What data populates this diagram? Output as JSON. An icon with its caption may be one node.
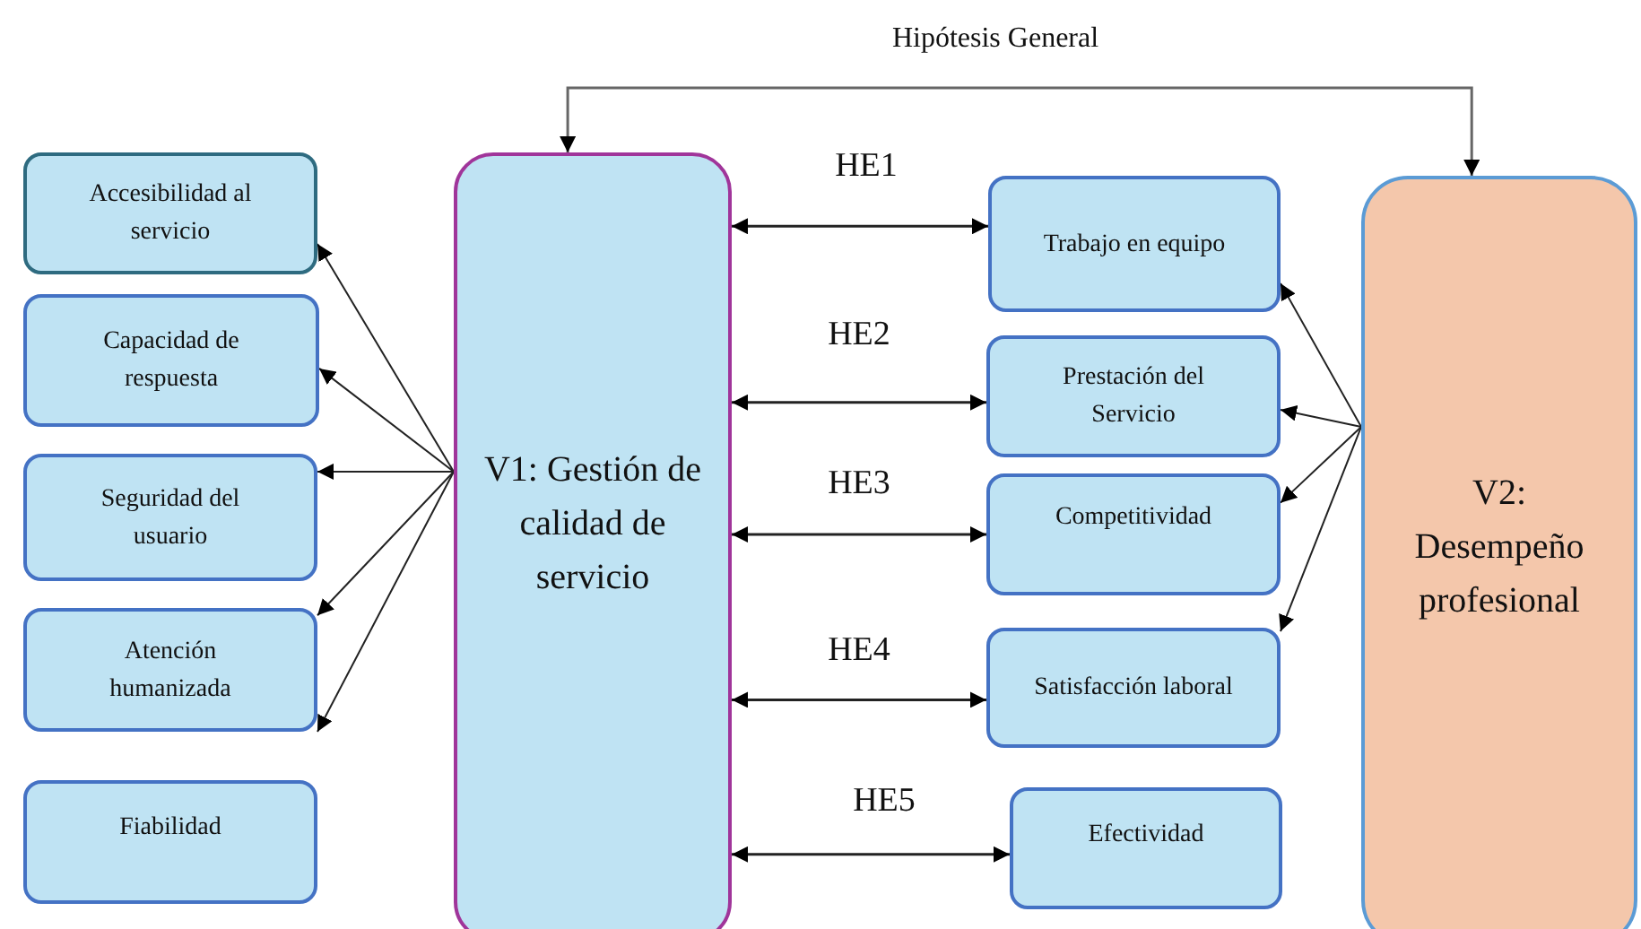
{
  "diagram": {
    "nodes": [
      {
        "text": [
          "Accesibilidad al servicio"
        ]
      },
      {
        "text": [
          "Capacidad de respuesta"
        ]
      },
      {
        "text": [
          "Seguridad del usuario"
        ]
      },
      {
        "text": [
          "Atención humanizada"
        ]
      },
      {
        "text": [
          "Fiabilidad"
        ]
      },
      {
        "text": [
          "V1: Gestión de calidad de servicio"
        ]
      },
      {
        "text": [
          "Trabajo en equipo"
        ]
      },
      {
        "text": [
          "Prestación del Servicio"
        ]
      },
      {
        "text": [
          "Competitividad"
        ]
      },
      {
        "text": [
          "Satisfacción laboral"
        ]
      },
      {
        "text": [
          "Efectividad"
        ]
      },
      {
        "text": [
          "V2: Desempeño profesional"
        ]
      }
    ],
    "edges": [
      {
        "from": 5,
        "to": 0,
        "arrow": "to"
      },
      {
        "from": 5,
        "to": 1,
        "arrow": "to"
      },
      {
        "from": 5,
        "to": 2,
        "arrow": "to"
      },
      {
        "from": 5,
        "to": 3,
        "arrow": "to"
      },
      {
        "from": 5,
        "to": 3,
        "arrow": "to"
      },
      {
        "from": 5,
        "to": 11,
        "arrow": "both",
        "label": "Hipótesis General"
      },
      {
        "from": 5,
        "to": 6,
        "arrow": "both",
        "label": "HE1"
      },
      {
        "from": 5,
        "to": 7,
        "arrow": "both",
        "label": "HE2"
      },
      {
        "from": 5,
        "to": 8,
        "arrow": "both",
        "label": "HE3"
      },
      {
        "from": 5,
        "to": 9,
        "arrow": "both",
        "label": "HE4"
      },
      {
        "from": 5,
        "to": 10,
        "arrow": "both",
        "label": "HE5"
      },
      {
        "from": 11,
        "to": 6,
        "arrow": "to"
      },
      {
        "from": 11,
        "to": 7,
        "arrow": "to"
      },
      {
        "from": 11,
        "to": 8,
        "arrow": "to"
      },
      {
        "from": 11,
        "to": 9,
        "arrow": "to"
      }
    ]
  }
}
